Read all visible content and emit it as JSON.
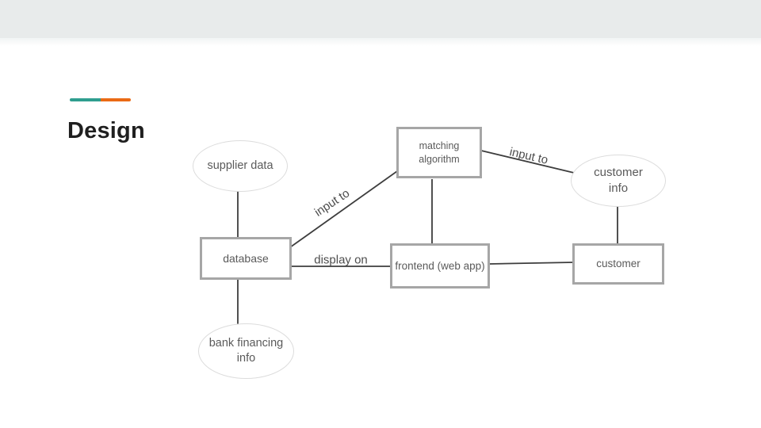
{
  "slide": {
    "title": "Design",
    "accent_bar": {
      "teal": "#2f9e8f",
      "orange": "#ea6a15"
    }
  },
  "diagram": {
    "nodes": {
      "supplier_data": {
        "label": "supplier data",
        "shape": "ellipse"
      },
      "matching_algorithm": {
        "label": "matching algorithm",
        "shape": "rect"
      },
      "customer_info": {
        "label": "customer info",
        "shape": "ellipse"
      },
      "database": {
        "label": "database",
        "shape": "rect"
      },
      "frontend": {
        "label": "frontend (web app)",
        "shape": "rect"
      },
      "customer": {
        "label": "customer",
        "shape": "rect"
      },
      "bank_financing_info": {
        "label": "bank financing info",
        "shape": "ellipse"
      }
    },
    "edges": [
      {
        "from": "supplier_data",
        "to": "database",
        "label": ""
      },
      {
        "from": "database",
        "to": "matching_algorithm",
        "label": "input to"
      },
      {
        "from": "matching_algorithm",
        "to": "customer_info",
        "label": "input to"
      },
      {
        "from": "matching_algorithm",
        "to": "frontend",
        "label": ""
      },
      {
        "from": "database",
        "to": "frontend",
        "label": "display on"
      },
      {
        "from": "frontend",
        "to": "customer",
        "label": ""
      },
      {
        "from": "customer_info",
        "to": "customer",
        "label": ""
      },
      {
        "from": "database",
        "to": "bank_financing_info",
        "label": ""
      }
    ]
  }
}
